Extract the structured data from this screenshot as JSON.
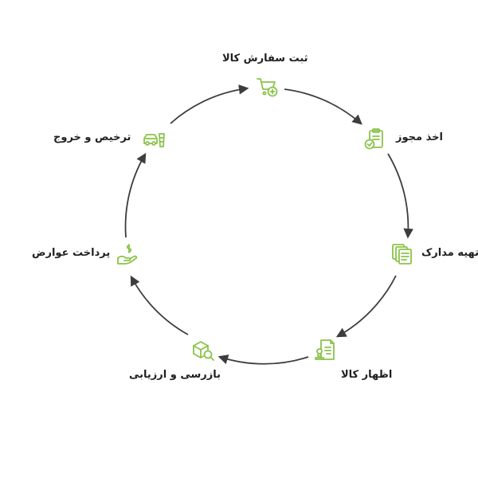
{
  "steps": [
    {
      "label": "ثبت سفارش کالا",
      "icon": "shopping-cart-add-icon"
    },
    {
      "label": "اخذ مجوز",
      "icon": "clipboard-check-icon"
    },
    {
      "label": "تهیه مدارک",
      "icon": "documents-icon"
    },
    {
      "label": "اظهار کالا",
      "icon": "stamped-document-icon"
    },
    {
      "label": "بازرسی و ارزیابی",
      "icon": "box-search-icon"
    },
    {
      "label": "پرداخت عوارض",
      "icon": "money-hand-icon"
    },
    {
      "label": "ترخیص و خروج",
      "icon": "truck-icon"
    }
  ],
  "colors": {
    "icon": "#8bc34a",
    "arrow": "#3d3d3d",
    "text": "#1f1f1f"
  }
}
